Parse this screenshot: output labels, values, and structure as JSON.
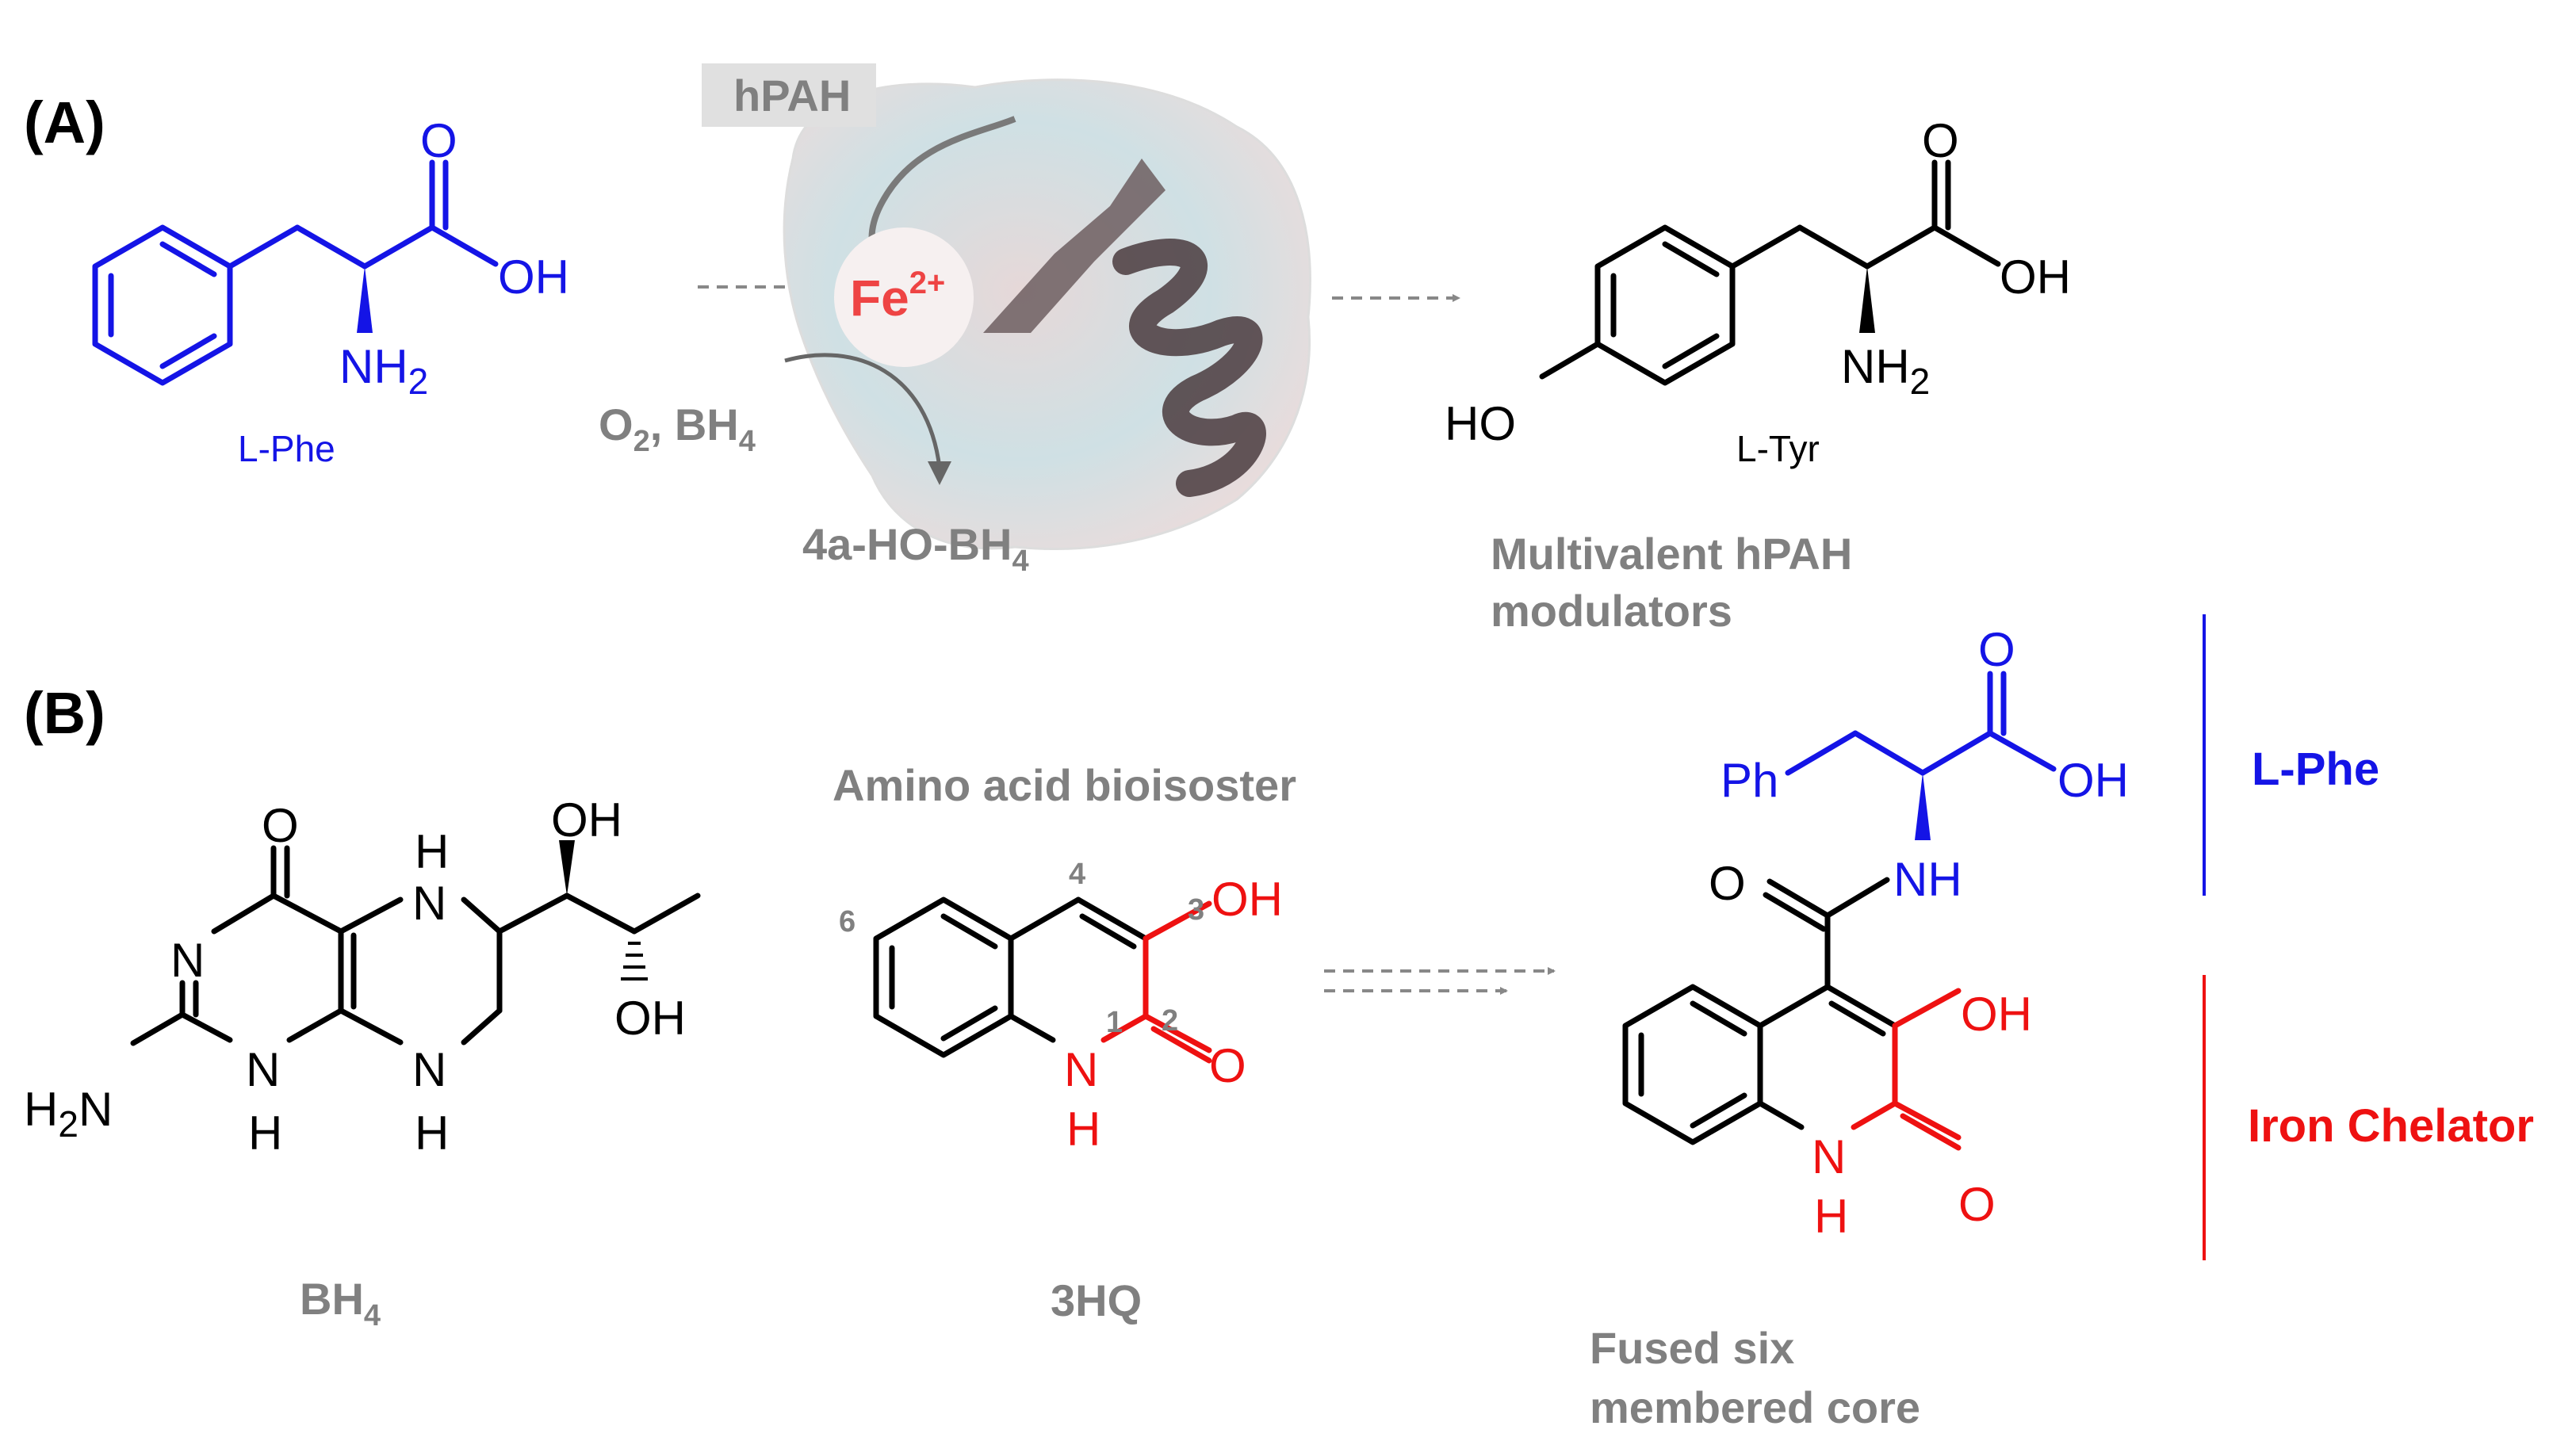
{
  "panels": {
    "a_label": "(A)",
    "b_label": "(B)"
  },
  "panel_a": {
    "enzyme": "hPAH",
    "metal": "Fe",
    "metal_charge": "2+",
    "substrate_name": "L-Phe",
    "product_name": "L-Tyr",
    "cofactor": "O",
    "cofactor_sub": "2",
    "cofactor_rest": ", BH",
    "cofactor_sub2": "4",
    "byproduct": "4a-HO-BH",
    "byproduct_sub": "4",
    "caption_line1": "Multivalent hPAH",
    "caption_line2": "modulators"
  },
  "panel_b": {
    "bh4_name": "BH",
    "bh4_sub": "4",
    "hq_caption": "Amino acid bioisoster",
    "hq_name": "3HQ",
    "hq_numbers": [
      "4",
      "3",
      "6",
      "2",
      "1"
    ],
    "core_line1": "Fused six",
    "core_line2": "membered core",
    "legend_phe": "L-Phe",
    "legend_iron": "Iron Chelator"
  },
  "atoms": {
    "O": "O",
    "OH": "OH",
    "NH": "NH",
    "N": "N",
    "H": "H",
    "HO": "HO",
    "NH2_main": "NH",
    "NH2_sub": "2",
    "H2N_pre": "H",
    "H2N_sub": "2",
    "H2N_post": "N",
    "Ph": "Ph"
  },
  "colors": {
    "substrate": "#1414e6",
    "chelator": "#ee1111",
    "caption": "#808080",
    "iron": "#ee4444"
  }
}
